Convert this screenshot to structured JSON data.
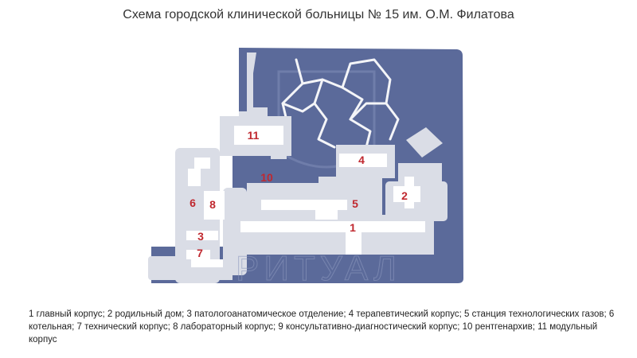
{
  "title": "Схема городской клинической больницы № 15 им. О.М. Филатова",
  "colors": {
    "territory": "#5b6a9a",
    "roads": "#dadde6",
    "buildings": "#ffffff",
    "labels": "#c0282f"
  },
  "buildings": [
    {
      "id": "1",
      "label": "1"
    },
    {
      "id": "2",
      "label": "2"
    },
    {
      "id": "3",
      "label": "3"
    },
    {
      "id": "4",
      "label": "4"
    },
    {
      "id": "5",
      "label": "5"
    },
    {
      "id": "6",
      "label": "6"
    },
    {
      "id": "7",
      "label": "7"
    },
    {
      "id": "8",
      "label": "8"
    },
    {
      "id": "10",
      "label": "10"
    },
    {
      "id": "11",
      "label": "11"
    }
  ],
  "watermark": "РИТУАЛ",
  "legend": "1 главный корпус; 2 родильный дом; 3 патологоанатомическое отделение; 4 терапевтический корпус; 5 станция технологических газов; 6 котельная; 7 технический корпус; 8 лабораторный корпус; 9 консультативно-диагностический корпус; 10 рентгенархив; 11 модульный корпус"
}
